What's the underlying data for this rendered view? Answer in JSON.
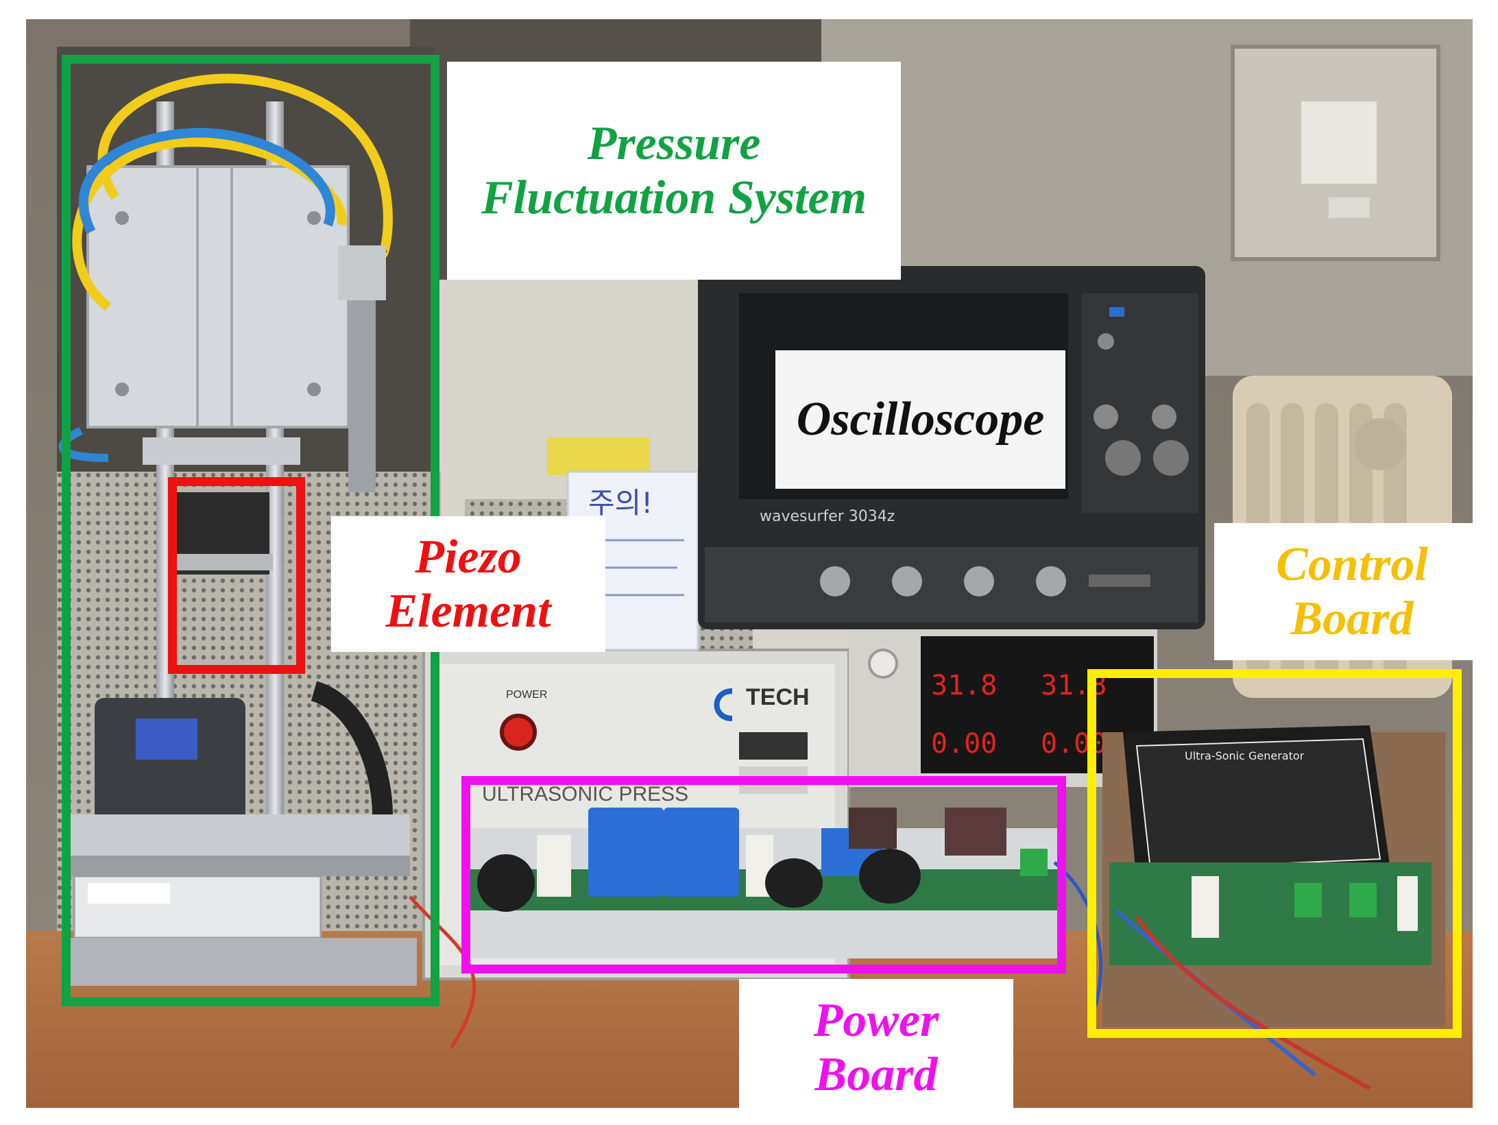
{
  "labels": {
    "pressure": {
      "line1": "Pressure",
      "line2": "Fluctuation System",
      "color": "#11a244"
    },
    "piezo": {
      "line1": "Piezo",
      "line2": "Element",
      "color": "#ee1111"
    },
    "oscilloscope": {
      "text": "Oscilloscope",
      "color": "#111111"
    },
    "control": {
      "line1": "Control",
      "line2": "Board",
      "color": "#f5c000"
    },
    "power": {
      "line1": "Power",
      "line2": "Board",
      "color": "#ee11ee"
    }
  },
  "photo_text": {
    "press_panel": "ULTRASONIC PRESS",
    "press_brand": "TECH",
    "power_button": "POWER",
    "scope_model": "wavesurfer 3034z",
    "psu_left_top": "31.8",
    "psu_right_top": "31.8",
    "psu_left_bottom": "0.00",
    "psu_right_bottom": "0.00",
    "panel_title": "Ultra-Sonic Generator",
    "note_heading": "주의!"
  },
  "frame_colors": {
    "pressure": "#11a244",
    "piezo": "#ee1111",
    "power": "#ee11ee",
    "control": "#ffee00"
  }
}
